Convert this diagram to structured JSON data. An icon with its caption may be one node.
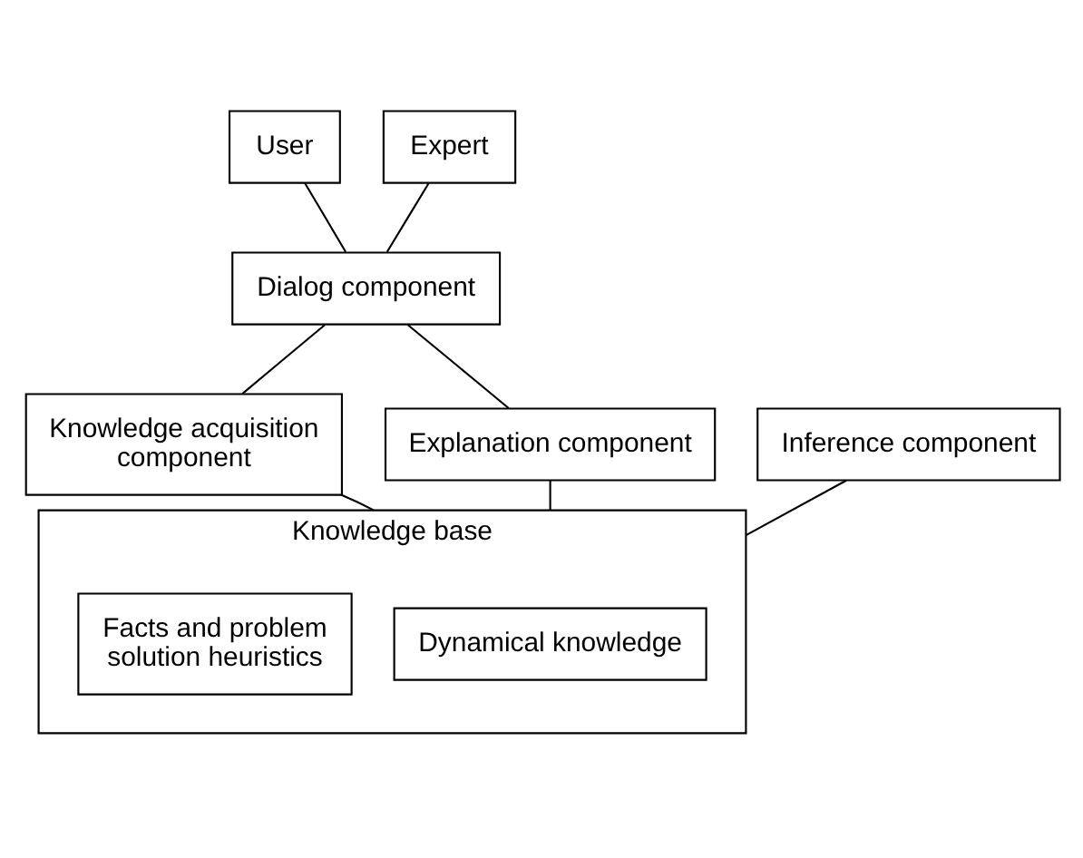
{
  "diagram": {
    "nodes": [
      {
        "text": [
          "User"
        ]
      },
      {
        "text": [
          "Expert"
        ]
      },
      {
        "text": [
          "Dialog component"
        ]
      },
      {
        "text": [
          "Knowledge acquisition component"
        ]
      },
      {
        "text": [
          "Inference component"
        ]
      },
      {
        "text": [
          "Explanation component"
        ]
      },
      {
        "text": [
          "Knowledge base"
        ]
      },
      {
        "text": [
          "Dynamical knowledge"
        ],
        "in": 6
      },
      {
        "text": [
          "Facts and problem solution heuristics"
        ],
        "in": 6
      }
    ],
    "edges": [
      {
        "from": 0,
        "to": 2,
        "arrow": "none"
      },
      {
        "from": 1,
        "to": 2,
        "arrow": "none"
      },
      {
        "from": 2,
        "to": 3,
        "arrow": "none"
      },
      {
        "from": 2,
        "to": 5,
        "arrow": "none"
      },
      {
        "from": 3,
        "to": 6,
        "arrow": "none"
      },
      {
        "from": 4,
        "to": 6,
        "arrow": "none"
      },
      {
        "from": 5,
        "to": 6,
        "arrow": "none"
      }
    ]
  }
}
